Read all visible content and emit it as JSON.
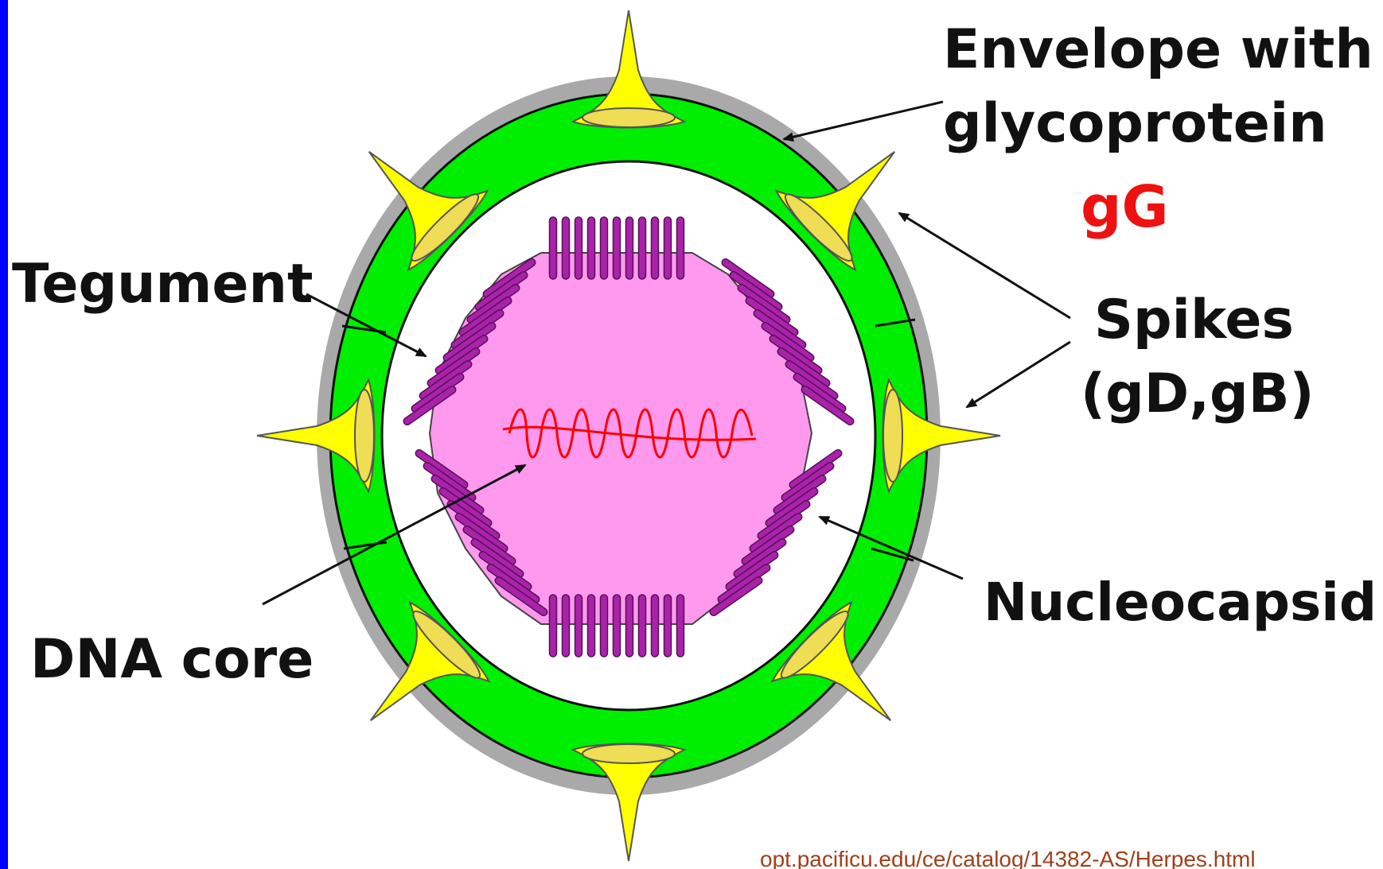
{
  "labels": {
    "envelope_line1": "Envelope with",
    "envelope_line2": "glycoprotein",
    "gG": "gG",
    "tegument": "Tegument",
    "spikes_line1": "Spikes",
    "spikes_line2": "(gD,gB)",
    "nucleocapsid": "Nucleocapsid",
    "dna_core": "DNA core"
  },
  "source_url": "opt.pacificu.edu/ce/catalog/14382-AS/Herpes.html",
  "colors": {
    "sidebar": "#0000ff",
    "envelope": "#00ee00",
    "envelope_halo": "#a9a9a9",
    "spike": "#ffff00",
    "nucleocapsid_capsomere": "#aa22aa",
    "core": "#ff99ee",
    "dna": "#ff0000",
    "gG_label": "#ee1111",
    "source_text": "#a0401c"
  }
}
